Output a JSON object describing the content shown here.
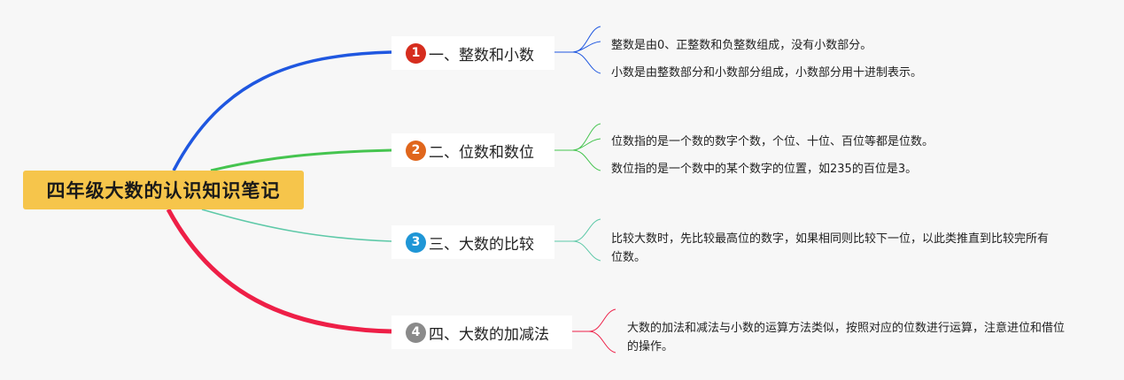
{
  "root": {
    "title": "四年级大数的认识知识笔记"
  },
  "topics": [
    {
      "number": "1",
      "label": "一、整数和小数",
      "color": "#1f57e0",
      "badge_color": "#d62d1e",
      "notes": [
        "整数是由0、正整数和负整数组成，没有小数部分。",
        "小数是由整数部分和小数部分组成，小数部分用十进制表示。"
      ]
    },
    {
      "number": "2",
      "label": "二、位数和数位",
      "color": "#45c44f",
      "badge_color": "#e0661c",
      "notes": [
        "位数指的是一个数的数字个数，个位、十位、百位等都是位数。",
        "数位指的是一个数中的某个数字的位置，如235的百位是3。"
      ]
    },
    {
      "number": "3",
      "label": "三、大数的比较",
      "color": "#5ec9a8",
      "badge_color": "#1f96d6",
      "notes": [
        "比较大数时，先比较最高位的数字，如果相同则比较下一位，以此类推直到比较完所有位数。"
      ]
    },
    {
      "number": "4",
      "label": "四、大数的加减法",
      "color": "#ee1f47",
      "badge_color": "#8a8a8a",
      "notes": [
        "大数的加法和减法与小数的运算方法类似，按照对应的位数进行运算，注意进位和借位的操作。"
      ]
    }
  ]
}
